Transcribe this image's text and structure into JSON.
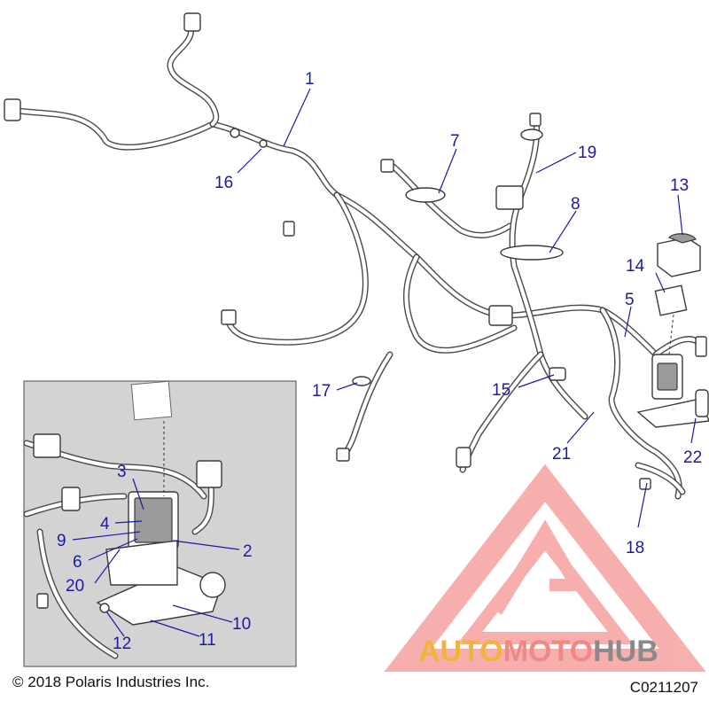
{
  "diagram": {
    "callouts": [
      {
        "id": "c1",
        "label": "1"
      },
      {
        "id": "c2",
        "label": "2"
      },
      {
        "id": "c3",
        "label": "3"
      },
      {
        "id": "c4",
        "label": "4"
      },
      {
        "id": "c5",
        "label": "5"
      },
      {
        "id": "c6",
        "label": "6"
      },
      {
        "id": "c7",
        "label": "7"
      },
      {
        "id": "c8",
        "label": "8"
      },
      {
        "id": "c9",
        "label": "9"
      },
      {
        "id": "c10",
        "label": "10"
      },
      {
        "id": "c11",
        "label": "11"
      },
      {
        "id": "c12",
        "label": "12"
      },
      {
        "id": "c13",
        "label": "13"
      },
      {
        "id": "c14",
        "label": "14"
      },
      {
        "id": "c15",
        "label": "15"
      },
      {
        "id": "c16",
        "label": "16"
      },
      {
        "id": "c17",
        "label": "17"
      },
      {
        "id": "c18",
        "label": "18"
      },
      {
        "id": "c19",
        "label": "19"
      },
      {
        "id": "c20",
        "label": "20"
      },
      {
        "id": "c21",
        "label": "21"
      },
      {
        "id": "c22",
        "label": "22"
      }
    ],
    "callout_color": "#1a1aa6"
  },
  "footer": {
    "copyright": "© 2018 Polaris Industries Inc.",
    "drawing_id": "C0211207"
  },
  "watermark": {
    "word_part1": "AUTO",
    "word_part2": "MOTO",
    "word_part3": "HUB",
    "colors": {
      "triangle": "#ef6f6a",
      "auto": "#f0b43a",
      "moto": "#ee8a86",
      "hub": "#8a8a8a"
    }
  }
}
